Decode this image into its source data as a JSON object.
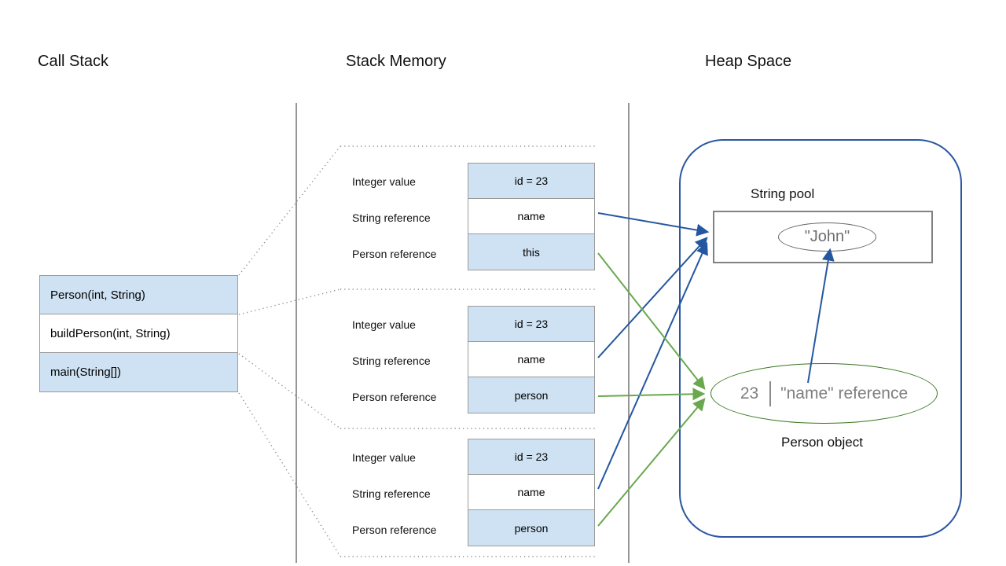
{
  "headers": {
    "call_stack": "Call Stack",
    "stack_memory": "Stack Memory",
    "heap_space": "Heap Space"
  },
  "call_stack": {
    "items": [
      {
        "label": "Person(int, String)"
      },
      {
        "label": "buildPerson(int, String)"
      },
      {
        "label": "main(String[])"
      }
    ]
  },
  "stack_memory": {
    "frames": [
      {
        "rows": [
          {
            "label": "Integer value",
            "value": "id = 23"
          },
          {
            "label": "String reference",
            "value": "name"
          },
          {
            "label": "Person reference",
            "value": "this"
          }
        ]
      },
      {
        "rows": [
          {
            "label": "Integer value",
            "value": "id = 23"
          },
          {
            "label": "String reference",
            "value": "name"
          },
          {
            "label": "Person reference",
            "value": "person"
          }
        ]
      },
      {
        "rows": [
          {
            "label": "Integer value",
            "value": "id = 23"
          },
          {
            "label": "String reference",
            "value": "name"
          },
          {
            "label": "Person reference",
            "value": "person"
          }
        ]
      }
    ]
  },
  "heap": {
    "string_pool": {
      "label": "String pool",
      "value": "\"John\""
    },
    "person_object": {
      "id": "23",
      "reference": "\"name\" reference",
      "caption": "Person object"
    }
  },
  "colors": {
    "reference_arrow_blue": "#2457a0",
    "reference_arrow_green": "#6aa84f",
    "person_ellipse_green": "#38761d",
    "heap_border_blue": "#2b57a0",
    "cell_fill_blue": "#cfe2f3",
    "divider_gray": "#7f7f7f"
  }
}
